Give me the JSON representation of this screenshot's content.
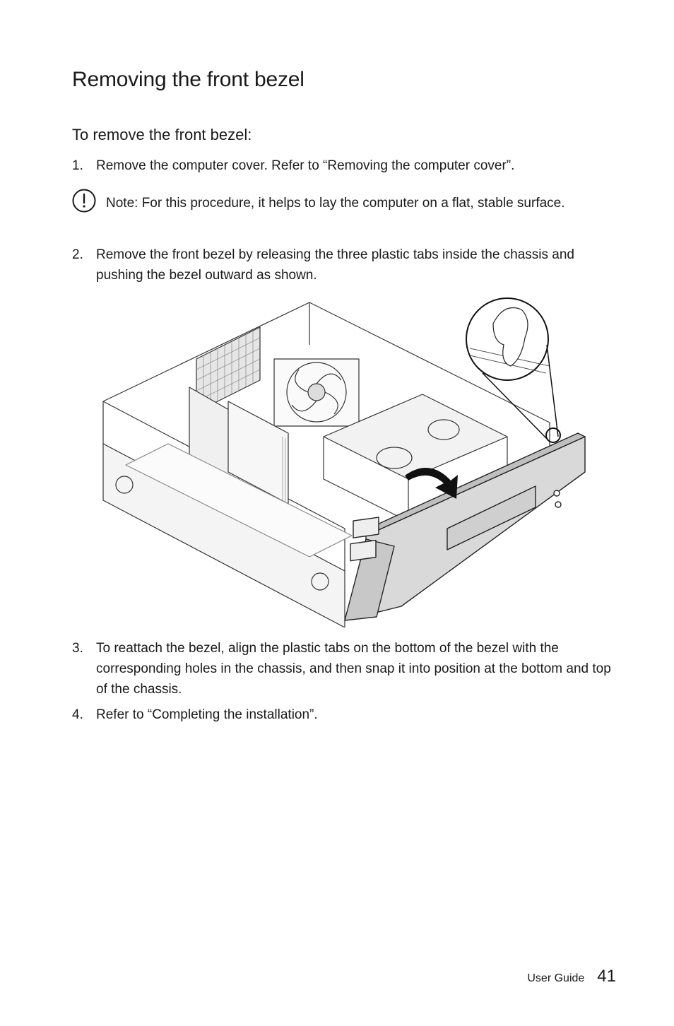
{
  "page": {
    "title": "Removing the front bezel",
    "subtitle": "To remove the front bezel:"
  },
  "steps": [
    {
      "number": "1.",
      "text": "Remove the computer cover. Refer to “Removing the computer cover”."
    },
    {
      "number": "2.",
      "text": "Remove the front bezel by releasing the three plastic tabs inside the chassis and pushing the bezel outward as shown."
    },
    {
      "number": "3.",
      "text": "To reattach the bezel, align the plastic tabs on the bottom of the bezel with the corresponding holes in the chassis, and then snap it into position at the bottom and top of the chassis."
    },
    {
      "number": "4.",
      "text": "Refer to “Completing the installation”."
    }
  ],
  "note": {
    "label": "Note:",
    "text": " For this procedure, it helps to lay the computer on a flat, stable surface.",
    "icon": "exclamation-circle-icon"
  },
  "figure": {
    "icon": "chassis-bezel-illustration"
  },
  "footer": {
    "label": "User Guide",
    "page_number": "41"
  }
}
